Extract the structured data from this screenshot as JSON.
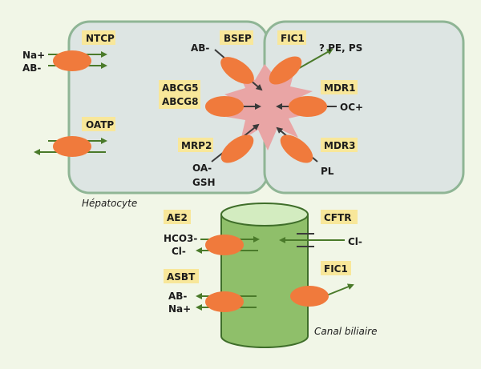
{
  "colors": {
    "background": "#f1f6e7",
    "cell_fill": "#dde5e3",
    "cell_stroke": "#8fb595",
    "canalicular_lumen": "#e9a5a5",
    "transporter": "#f07a3c",
    "label_box": "#f8e79a",
    "canal_fill": "#8fbf6a",
    "arrow": "#4a7a2a"
  },
  "labels": {
    "ntcp": "NTCP",
    "oatp": "OATP",
    "bsep": "BSEP",
    "fic1_top": "FIC1",
    "abcg5": "ABCG5",
    "abcg8": "ABCG8",
    "mdr1": "MDR1",
    "mrp2": "MRP2",
    "mdr3": "MDR3",
    "ae2": "AE2",
    "cftr": "CFTR",
    "asbt": "ASBT",
    "fic1_bottom": "FIC1"
  },
  "texts": {
    "na_plus": "Na+",
    "ab_minus_left": "AB-",
    "ab_minus_bsep": "AB-",
    "pe_ps": "? PE, PS",
    "oc_plus": "OC+",
    "oa_minus": "OA-",
    "gsh": "GSH",
    "pl": "PL",
    "hco3": "HCO3-",
    "cl_minus_ae2": "Cl-",
    "cl_minus_cftr": "Cl-",
    "ab_minus_asbt": "AB-",
    "na_plus_asbt": "Na+"
  },
  "captions": {
    "hepatocyte": "Hépatocyte",
    "canal_biliaire": "Canal biliaire"
  }
}
